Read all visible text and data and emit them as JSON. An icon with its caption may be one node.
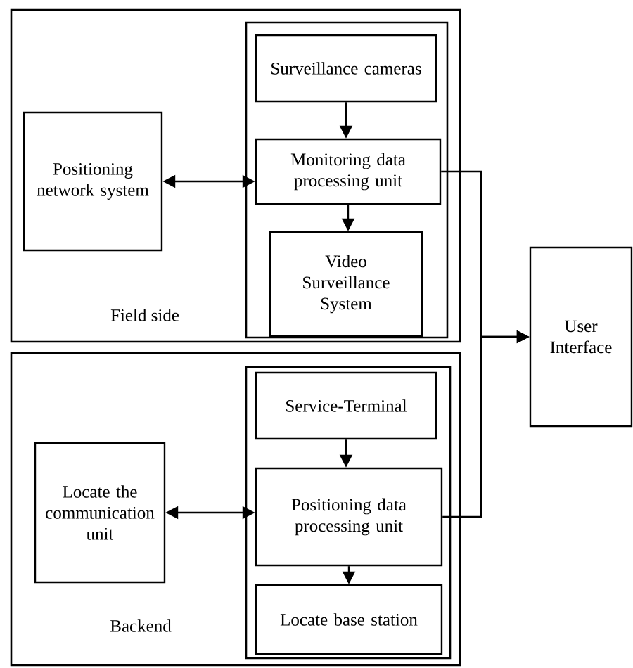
{
  "diagram": {
    "nodes": [
      {
        "text": [
          "Field side"
        ]
      },
      {
        "text": [
          "Positioning network system"
        ],
        "in": 0
      },
      {
        "text": [],
        "shape": "box",
        "in": 0
      },
      {
        "text": [
          "Surveillance cameras"
        ],
        "in": 2
      },
      {
        "text": [
          "Monitoring data processing unit"
        ],
        "in": 2
      },
      {
        "text": [
          "Video Surveillance System"
        ],
        "in": 2
      },
      {
        "text": [
          "Backend"
        ]
      },
      {
        "text": [
          "Locate the communication unit"
        ],
        "in": 6
      },
      {
        "text": [],
        "shape": "box",
        "in": 6
      },
      {
        "text": [
          "Service-Terminal"
        ],
        "in": 8
      },
      {
        "text": [
          "Positioning data processing unit"
        ],
        "in": 8
      },
      {
        "text": [
          "Locate base station"
        ],
        "in": 8
      },
      {
        "text": [
          "User Interface"
        ]
      }
    ],
    "edges": [
      {
        "from": 3,
        "to": 4,
        "arrow": "to"
      },
      {
        "from": 4,
        "to": 5,
        "arrow": "to"
      },
      {
        "from": 1,
        "to": 4,
        "arrow": "both"
      },
      {
        "from": 9,
        "to": 10,
        "arrow": "to"
      },
      {
        "from": 10,
        "to": 11,
        "arrow": "to"
      },
      {
        "from": 7,
        "to": 10,
        "arrow": "both"
      },
      {
        "from": 4,
        "to": 12,
        "arrow": "to"
      },
      {
        "from": 10,
        "to": 12,
        "arrow": "to"
      }
    ]
  }
}
